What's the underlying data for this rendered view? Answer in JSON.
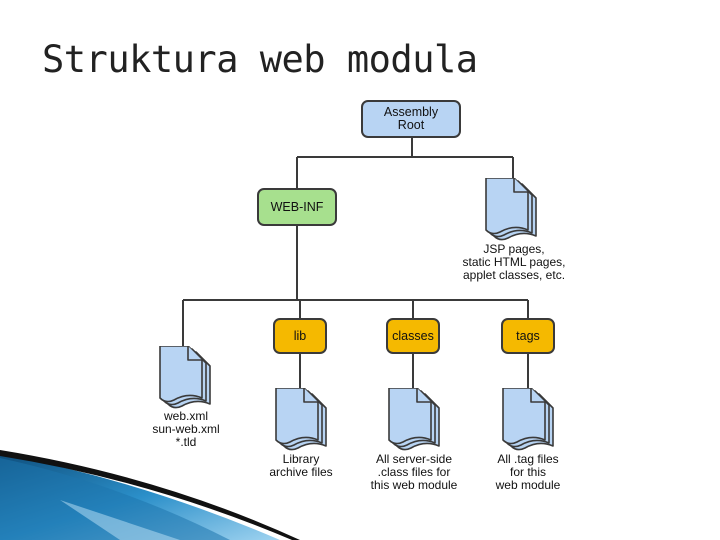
{
  "title": "Struktura web modula",
  "nodes": {
    "root": "Assembly Root",
    "webinf": "WEB-INF",
    "lib": "lib",
    "classes": "classes",
    "tags": "tags"
  },
  "captions": {
    "jsp": [
      "JSP pages,",
      "static HTML pages,",
      "applet classes, etc."
    ],
    "webxml": [
      "web.xml",
      "sun-web.xml",
      "*.tld"
    ],
    "lib": [
      "Library",
      "archive files"
    ],
    "classes": [
      "All server-side",
      ".class files for",
      "this web module"
    ],
    "tags": [
      "All .tag files",
      "for this",
      "web module"
    ]
  },
  "colors": {
    "root": "#b8d4f3",
    "webinf": "#a7e08e",
    "folder": "#f5b900",
    "doc": "#b8d4f3",
    "line": "#3a3a3a",
    "accent": "#1b6fa8"
  },
  "icons": [
    "document-stack-icon"
  ]
}
